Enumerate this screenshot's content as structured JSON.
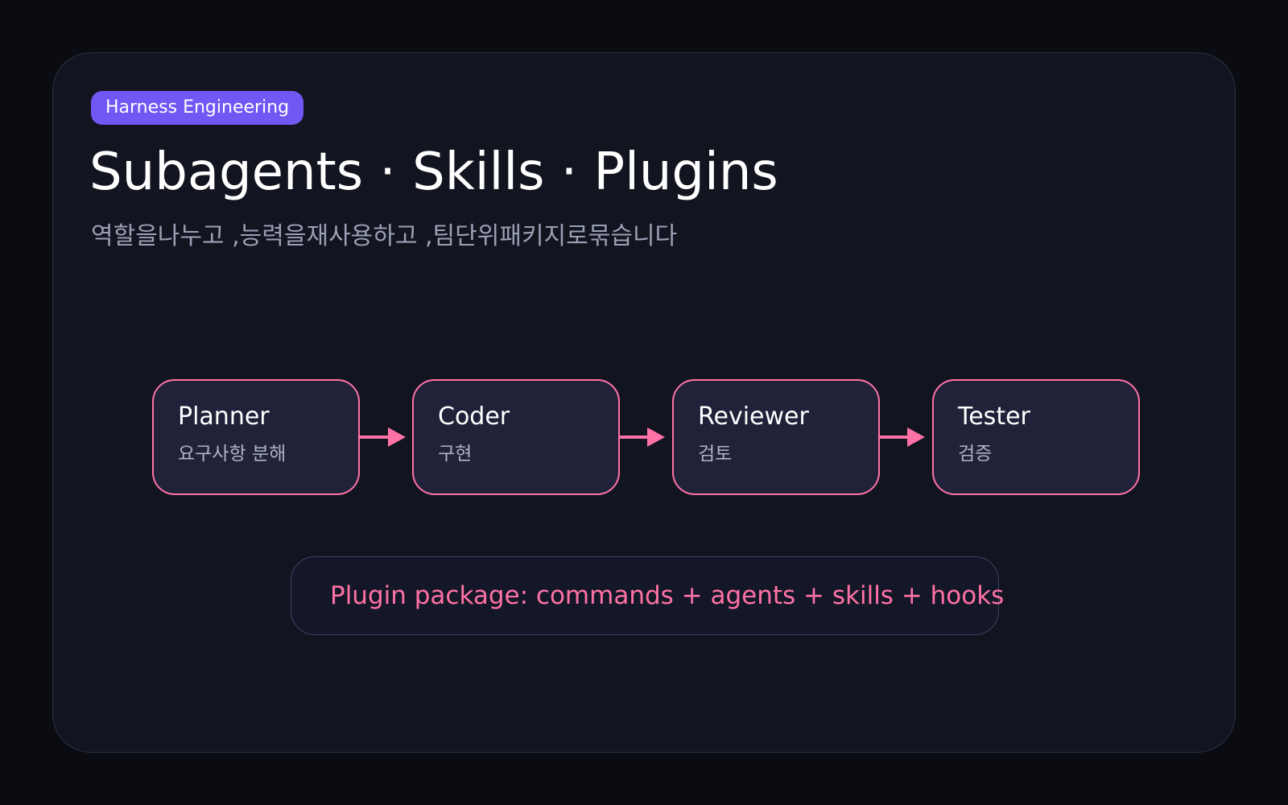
{
  "badge": "Harness Engineering",
  "title": "Subagents · Skills · Plugins",
  "subtitle": "역할을나누고 ,능력을재사용하고 ,팀단위패키지로묶습니다",
  "steps": [
    {
      "name": "Planner",
      "desc": "요구사항 분해"
    },
    {
      "name": "Coder",
      "desc": "구현"
    },
    {
      "name": "Reviewer",
      "desc": "검토"
    },
    {
      "name": "Tester",
      "desc": "검증"
    }
  ],
  "plugin_package": "Plugin package: commands + agents + skills + hooks",
  "colors": {
    "accent": "#ff72a6",
    "badge": "#7158f5",
    "card": "#121420",
    "background": "#0b0c12"
  }
}
